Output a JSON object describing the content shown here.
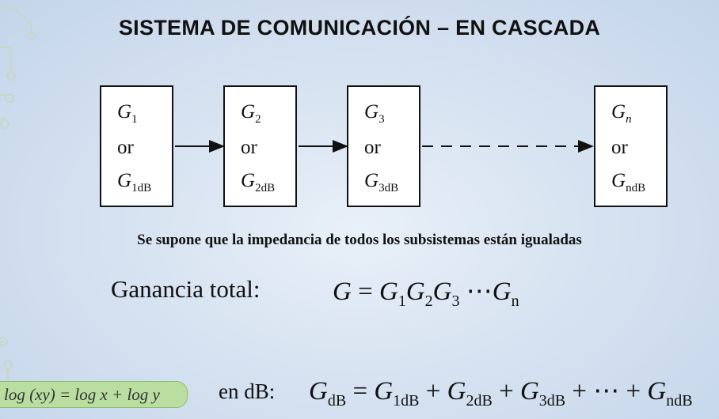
{
  "title": "SISTEMA DE COMUNICACIÓN – EN CASCADA",
  "blocks": [
    {
      "gain": "G",
      "sub": "1",
      "or": "or",
      "db": "G",
      "db_sub": "1dB"
    },
    {
      "gain": "G",
      "sub": "2",
      "or": "or",
      "db": "G",
      "db_sub": "2dB"
    },
    {
      "gain": "G",
      "sub": "3",
      "or": "or",
      "db": "G",
      "db_sub": "3dB"
    },
    {
      "gain": "G",
      "sub": "n",
      "or": "or",
      "db": "G",
      "db_sub": "ndB"
    }
  ],
  "note": "Se supone que la impedancia de todos los subsistemas están igualadas",
  "total_gain": {
    "label": "Ganancia total:",
    "lhs": "G",
    "eq": " = ",
    "terms": [
      {
        "base": "G",
        "sub": "1"
      },
      {
        "base": "G",
        "sub": "2"
      },
      {
        "base": "G",
        "sub": "3"
      }
    ],
    "dots": "⋯",
    "last": {
      "base": "G",
      "sub": "n"
    }
  },
  "log_identity": "log (xy) = log x + log y",
  "db_gain": {
    "label": "en dB:",
    "lhs": "G",
    "lhs_sub": "dB",
    "eq": " = ",
    "terms": [
      {
        "base": "G",
        "sub": "1dB"
      },
      {
        "base": "G",
        "sub": "2dB"
      },
      {
        "base": "G",
        "sub": "3dB"
      }
    ],
    "plus": " + ",
    "dots": "⋯",
    "last": {
      "base": "G",
      "sub": "ndB"
    }
  }
}
